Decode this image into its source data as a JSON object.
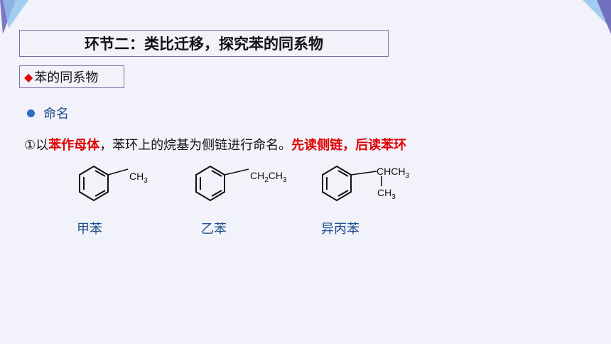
{
  "title": "环节二：类比迁移，探究苯的同系物",
  "section": {
    "marker": "◆",
    "label": "苯的同系物"
  },
  "bullet": {
    "label": "命名"
  },
  "rule": {
    "prefix": "①以",
    "highlight1": "苯作母体",
    "middle": "，苯环上的烷基为侧链进行命名。",
    "highlight2": "先读侧链，后读苯环"
  },
  "molecules": [
    {
      "name": "甲苯",
      "substituent": "CH",
      "sub": "3"
    },
    {
      "name": "乙苯",
      "substituent": "CH",
      "sub1": "2",
      "mid": "CH",
      "sub2": "3"
    },
    {
      "name": "异丙苯",
      "top": "CHCH",
      "top_sub": "3",
      "bottom": "CH",
      "bottom_sub": "3"
    }
  ],
  "colors": {
    "accent_red": "#e00000",
    "accent_blue": "#1f4e8c",
    "border": "#7a6fa8"
  }
}
